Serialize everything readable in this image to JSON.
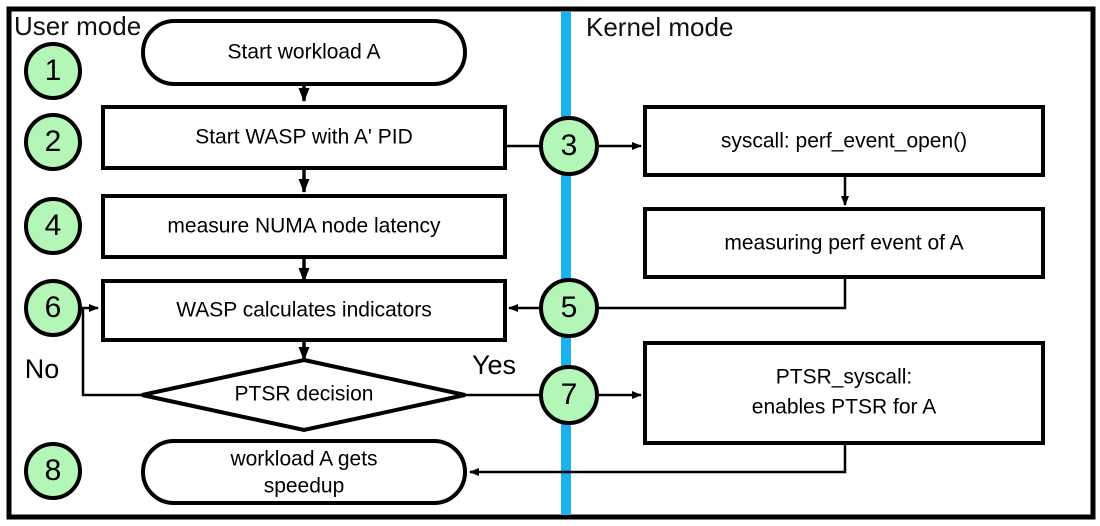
{
  "diagram": {
    "title_left": "User mode",
    "title_right": "Kernel mode",
    "divider_color": "#1bb0ef",
    "step_fill_color": "#b4f5b8",
    "background_color": "#ffffff",
    "stroke_color": "#000000"
  },
  "steps": [
    {
      "id": "1",
      "label": "1"
    },
    {
      "id": "2",
      "label": "2"
    },
    {
      "id": "3",
      "label": "3"
    },
    {
      "id": "4",
      "label": "4"
    },
    {
      "id": "5",
      "label": "5"
    },
    {
      "id": "6",
      "label": "6"
    },
    {
      "id": "7",
      "label": "7"
    },
    {
      "id": "8",
      "label": "8"
    }
  ],
  "nodes": {
    "start_workload": {
      "text": "Start workload A",
      "shape": "rounded",
      "side": "user"
    },
    "start_wasp": {
      "text": "Start WASP with A' PID",
      "shape": "rect",
      "side": "user"
    },
    "measure_numa": {
      "text": "measure NUMA node latency",
      "shape": "rect",
      "side": "user"
    },
    "wasp_calculates": {
      "text": "WASP calculates indicators",
      "shape": "rect",
      "side": "user"
    },
    "ptsr_decision": {
      "text": "PTSR decision",
      "shape": "diamond",
      "side": "user"
    },
    "workload_speedup": {
      "text_line1": "workload A gets",
      "text_line2": "speedup",
      "shape": "rounded",
      "side": "user"
    },
    "syscall_open": {
      "text": "syscall: perf_event_open()",
      "shape": "rect",
      "side": "kernel"
    },
    "measuring_perf": {
      "text": "measuring perf event of A",
      "shape": "rect",
      "side": "kernel"
    },
    "ptsr_syscall": {
      "text_line1": "PTSR_syscall:",
      "text_line2": "enables PTSR for A",
      "shape": "rect",
      "side": "kernel"
    }
  },
  "branch_labels": {
    "no": "No",
    "yes": "Yes"
  }
}
